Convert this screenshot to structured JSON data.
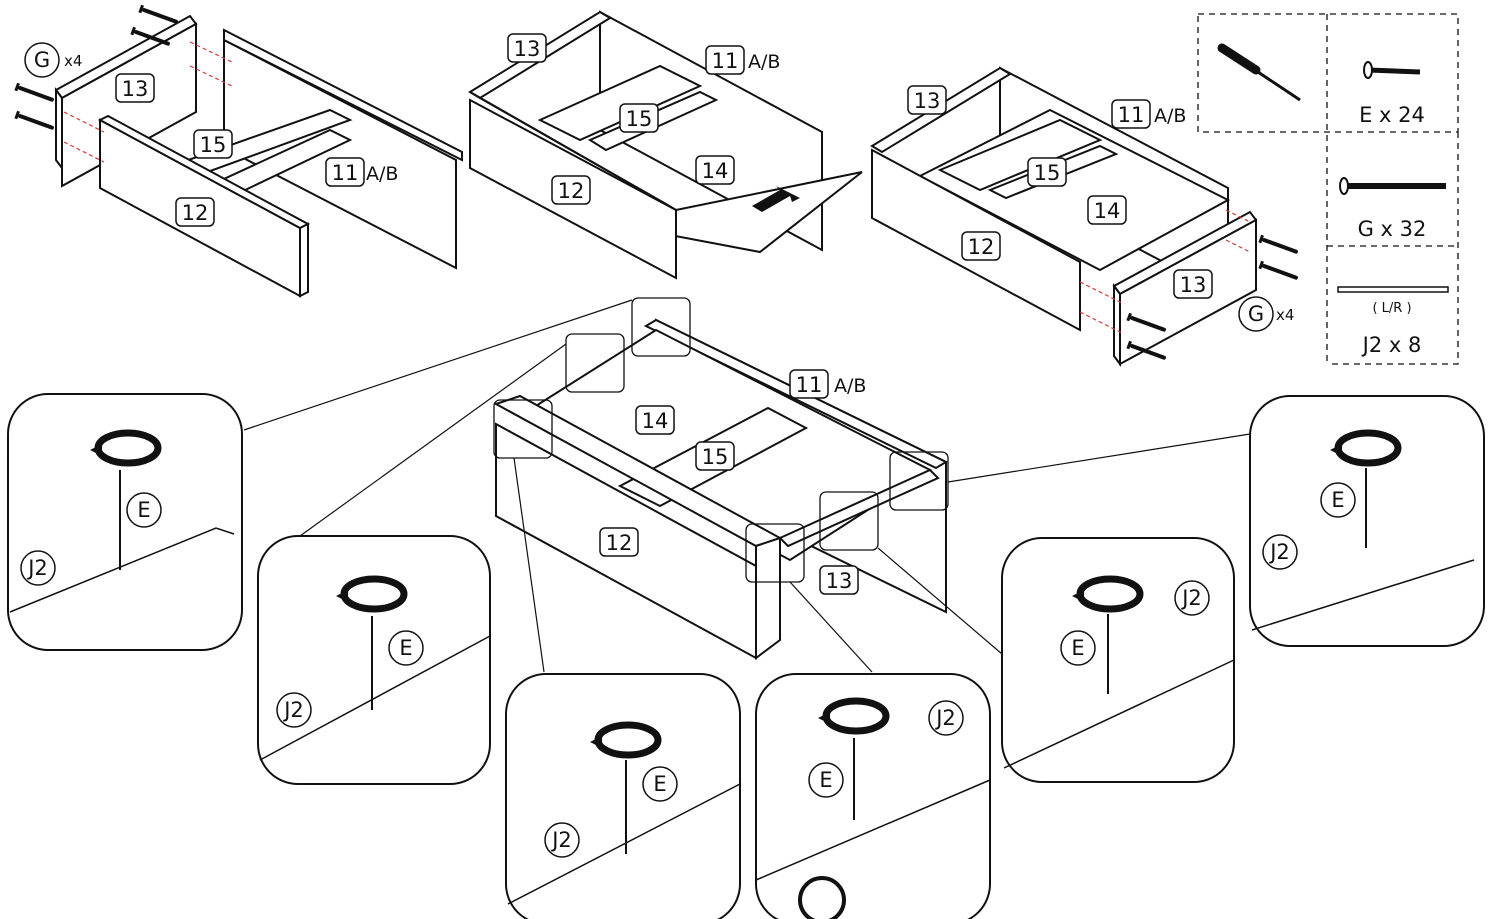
{
  "parts": {
    "p11": "11",
    "p12": "12",
    "p13": "13",
    "p14": "14",
    "p15": "15",
    "ab": "A/B"
  },
  "hardware": {
    "g_label": "G",
    "g_qty": "x4",
    "e_label": "E",
    "j2_label": "J2",
    "e_count": "E x 24",
    "g_count": "G x 32",
    "slide_lr": "( L/R )",
    "j2_count": "J2 x 8"
  },
  "icons": {
    "screwdriver": "screwdriver-icon",
    "screw_e": "screw-e-icon",
    "screw_g": "screw-g-icon",
    "slide_j2": "drawer-slide-icon",
    "rotation": "rotate-arrow-icon",
    "push_arrow": "push-arrow-icon"
  },
  "colors": {
    "line": "#111111",
    "dashed_guides": "#d23a3a",
    "background": "#ffffff"
  }
}
